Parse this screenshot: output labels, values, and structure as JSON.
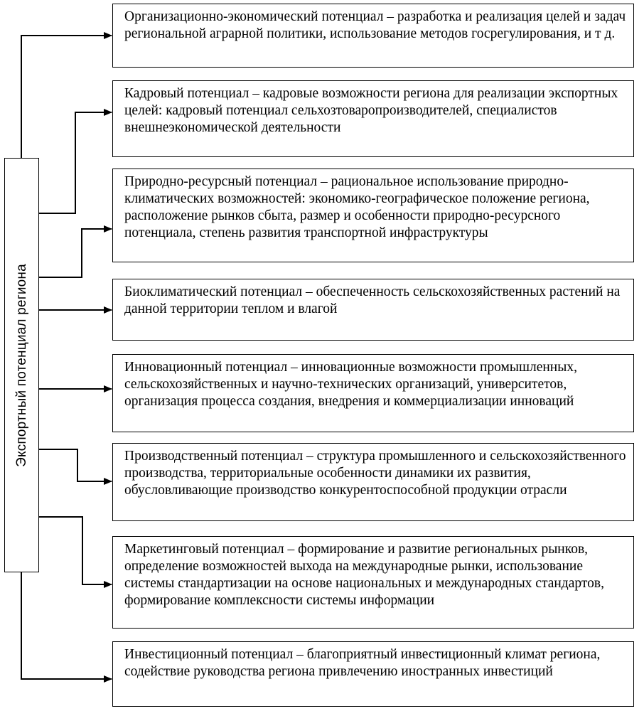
{
  "root": {
    "label": "Экспортный потенциал региона"
  },
  "items": [
    {
      "text": "Организационно-экономический потенциал – разработка и реализация целей и задач региональной аграрной политики, использование методов госрегулирования, и т д."
    },
    {
      "text": "Кадровый потенциал – кадровые возможности региона для реализации экспортных целей: кадровый потенциал сельхозтоваропроизводителей, специалистов внешнеэкономической деятельности"
    },
    {
      "text": "Природно-ресурсный потенциал – рациональное использование природно-климатических возможностей: экономико-географическое положение региона, расположение рынков сбыта, размер и особенности природно-ресурсного потенциала, степень развития транспортной инфраструктуры"
    },
    {
      "text": "Биоклиматический потенциал – обеспеченность сельскохозяйственных растений на данной территории теплом и влагой"
    },
    {
      "text": "Инновационный потенциал – инновационные возможности промышленных, сельскохозяйственных и научно-технических организаций, университетов, организация процесса создания, внедрения и коммерциализации инноваций"
    },
    {
      "text": "Производственный потенциал – структура промышленного и сельскохозяйственного производства, территориальные особенности динамики их развития, обусловливающие производство конкурентоспособной продукции отрасли"
    },
    {
      "text": "Маркетинговый потенциал – формирование и развитие региональных рынков, определение возможностей выхода на международные рынки, использование системы стандартизации на основе национальных и международных стандартов, формирование комплексности системы информации"
    },
    {
      "text": "Инвестиционный потенциал – благоприятный инвестиционный климат региона, содействие руководства региона привлечению иностранных инвестиций"
    }
  ]
}
